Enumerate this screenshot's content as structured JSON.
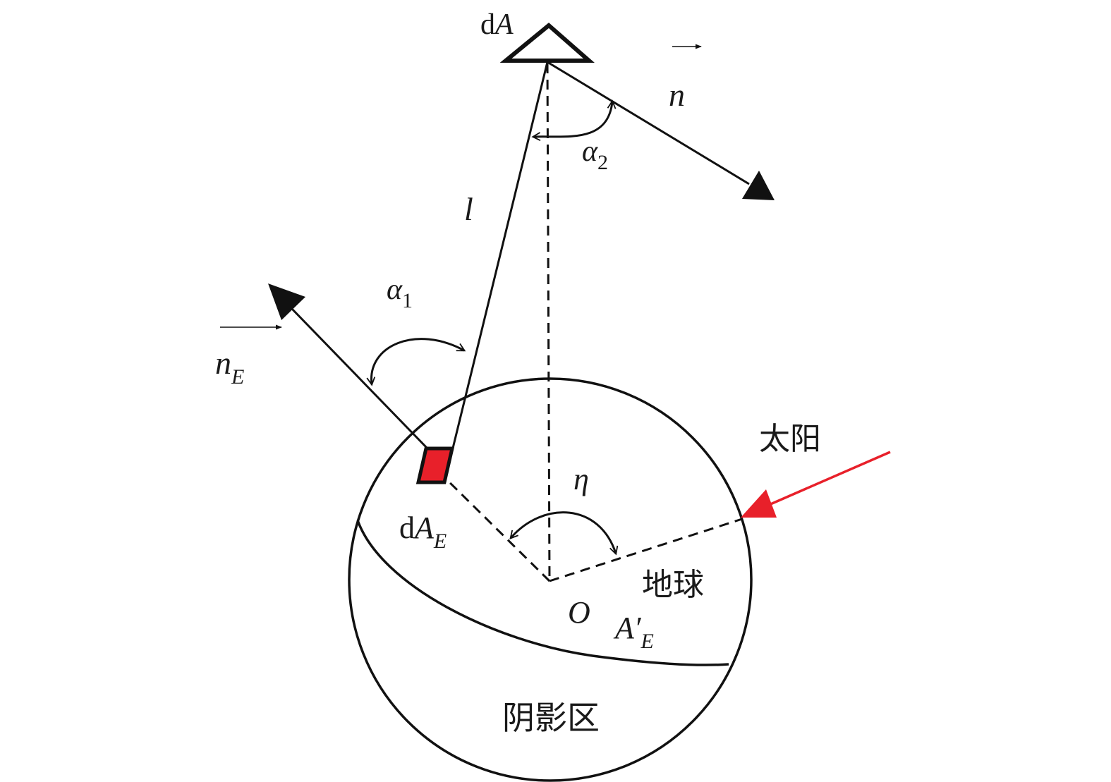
{
  "labels": {
    "satellite_area": {
      "prefix": "d",
      "var": "A"
    },
    "satellite_normal": "n",
    "alpha2": {
      "base": "α",
      "sub": "2"
    },
    "line_l": "l",
    "alpha1": {
      "base": "α",
      "sub": "1"
    },
    "earth_normal": {
      "base": "n",
      "sub": "E"
    },
    "sun": "太阳",
    "eta": "η",
    "earth_area": {
      "prefix": "d",
      "var": "A",
      "sub": "E"
    },
    "earth": "地球",
    "center": "O",
    "lit_area": {
      "base": "A′",
      "sub": "E"
    },
    "shadow": "阴影区"
  },
  "colors": {
    "line": "#111111",
    "sun_ray": "#e8202a",
    "earth_element": "#e8202a"
  }
}
